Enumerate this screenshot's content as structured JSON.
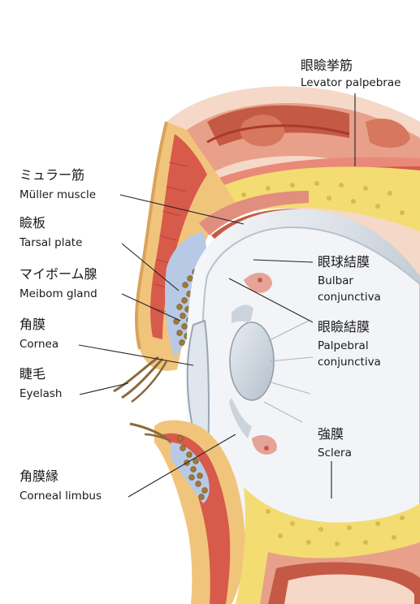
{
  "labels": {
    "levator": {
      "jp": "眼瞼挙筋",
      "en": "Levator palpebrae"
    },
    "muller": {
      "jp": "ミュラー筋",
      "en": "Müller muscle"
    },
    "tarsal": {
      "jp": "瞼板",
      "en": "Tarsal plate"
    },
    "meibom": {
      "jp": "マイボーム腺",
      "en": "Meibom gland"
    },
    "cornea": {
      "jp": "角膜",
      "en": "Cornea"
    },
    "eyelash": {
      "jp": "睫毛",
      "en": "Eyelash"
    },
    "limbus": {
      "jp": "角膜縁",
      "en": "Corneal limbus"
    },
    "bulbar": {
      "jp": "眼球結膜",
      "en1": "Bulbar",
      "en2": "conjunctiva"
    },
    "palpebral": {
      "jp": "眼瞼結膜",
      "en1": "Palpebral",
      "en2": "conjunctiva"
    },
    "sclera": {
      "jp": "強膜",
      "en": "Sclera"
    }
  },
  "colors": {
    "skin": "#f1c47c",
    "skin_dark": "#d9a35a",
    "fat": "#f3dc72",
    "muscle": "#d75a4a",
    "muscle_dark": "#a93a2f",
    "tissue_pink": "#f0c4ba",
    "sclera": "#e9ecef",
    "sclera_shade": "#c7ced6",
    "gland": "#b8c9e6",
    "gland_beads": "#a07a34",
    "bone": "#f7dfc2"
  }
}
